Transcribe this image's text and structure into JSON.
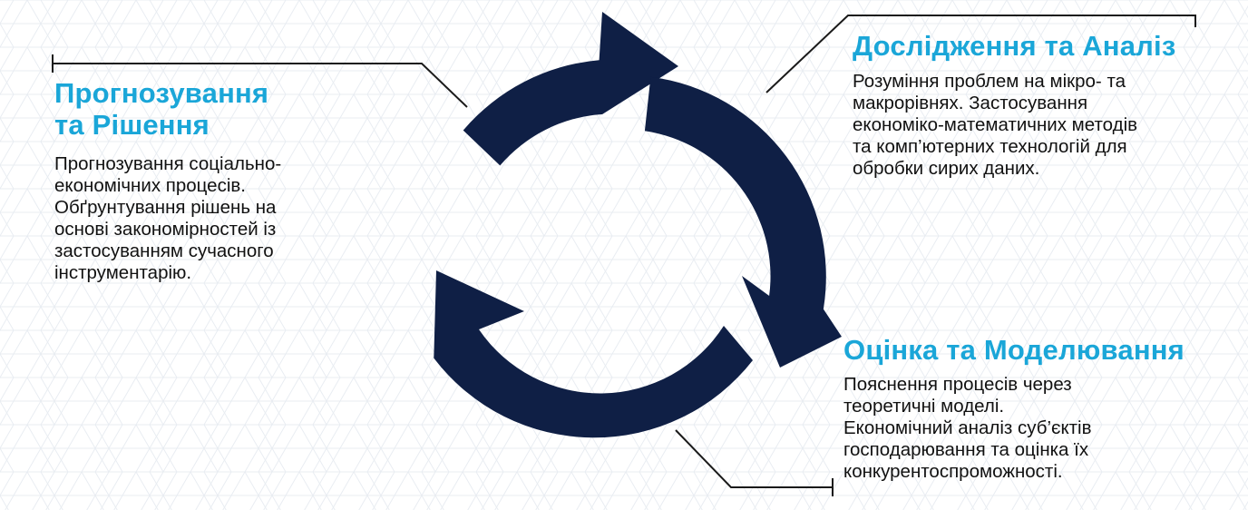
{
  "colors": {
    "accent": "#1aa6d8",
    "arrows": "#0f1f45",
    "text": "#111111",
    "connector": "#1a1a1a"
  },
  "blocks": {
    "forecasting": {
      "title": "Прогнозування\nта Рішення",
      "text": "Прогнозування соціально-\nекономічних процесів.\nОбґрунтування рішень на\nоснові закономірностей із\nзастосуванням сучасного\nінструментарію."
    },
    "research": {
      "title": "Дослідження та Аналіз",
      "text": "Розуміння проблем на мікро- та\nмакрорівнях. Застосування\nекономіко-математичних методів\nта комп’ютерних технологій для\nобробки сирих даних."
    },
    "evaluation": {
      "title": "Оцінка та Моделювання",
      "text": "Пояснення процесів через\nтеоретичні моделі.\nЕкономічний аналіз суб’єктів\nгосподарювання та оцінка їх\nконкурентоспроможності."
    }
  }
}
